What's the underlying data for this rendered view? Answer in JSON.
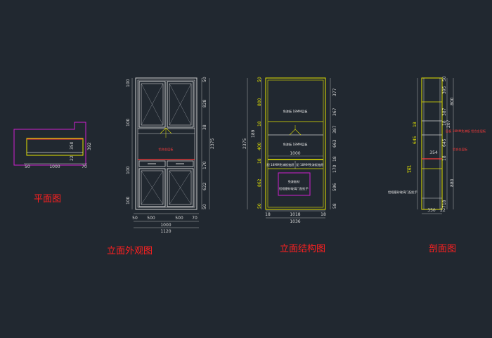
{
  "titles": {
    "plan": "平面图",
    "elevation": "立面外观图",
    "structure": "立面结构图",
    "section": "剖面图"
  },
  "colors": {
    "background": "#212830",
    "outline": "#e6e600",
    "frame": "#d0d0d0",
    "title": "#ff2020",
    "accent_red": "#ff3b3b",
    "magenta": "#d020d0"
  },
  "plan": {
    "dims": {
      "width": "1000",
      "left": "50",
      "right": "70",
      "depth": "350",
      "side": "392",
      "small": "22"
    }
  },
  "elevation": {
    "left_dims": [
      "100",
      "100",
      "100",
      "100"
    ],
    "right_dims": [
      "50",
      "828",
      "38",
      "170",
      "622",
      "50"
    ],
    "total_height": "2375",
    "red_label": "铝合金层板",
    "bottom_dims": [
      "50",
      "500",
      "500",
      "70"
    ],
    "bottom_width": "1000",
    "overall_width": "1120"
  },
  "structure": {
    "left_dims": [
      "50",
      "800",
      "18",
      "400",
      "18",
      "862",
      "50"
    ],
    "left_side": [
      "189",
      "2375"
    ],
    "right_dims": [
      "377",
      "367",
      "387",
      "663",
      "18",
      "170",
      "596",
      "58"
    ],
    "inner_width": "1000",
    "bottom_dims": [
      "18",
      "1018",
      "18"
    ],
    "overall_width": "1036",
    "note_upper": "免漆板 18MM层板",
    "note_mid": "免漆板 18MM层板",
    "drawer_left": "配 18MM免漆板抽屉",
    "drawer_right": "配 18MM免漆板抽屉",
    "cabinet_note_1": "免漆板材",
    "cabinet_note_2": "铝框磨砂玻璃门配拉手"
  },
  "section": {
    "left_dims": [
      "18",
      "645",
      "161"
    ],
    "right_dims": [
      "50",
      "395",
      "800",
      "387",
      "18",
      "207",
      "645",
      "18",
      "880",
      "718"
    ],
    "mid_dim": "354",
    "bottom_dims": [
      "350",
      "22"
    ],
    "red_note_1": "层板 18MM免漆板 铝合金层板",
    "red_note_2": "铝合金层板",
    "note_bottom": "铝框磨砂玻璃门配拉手"
  }
}
